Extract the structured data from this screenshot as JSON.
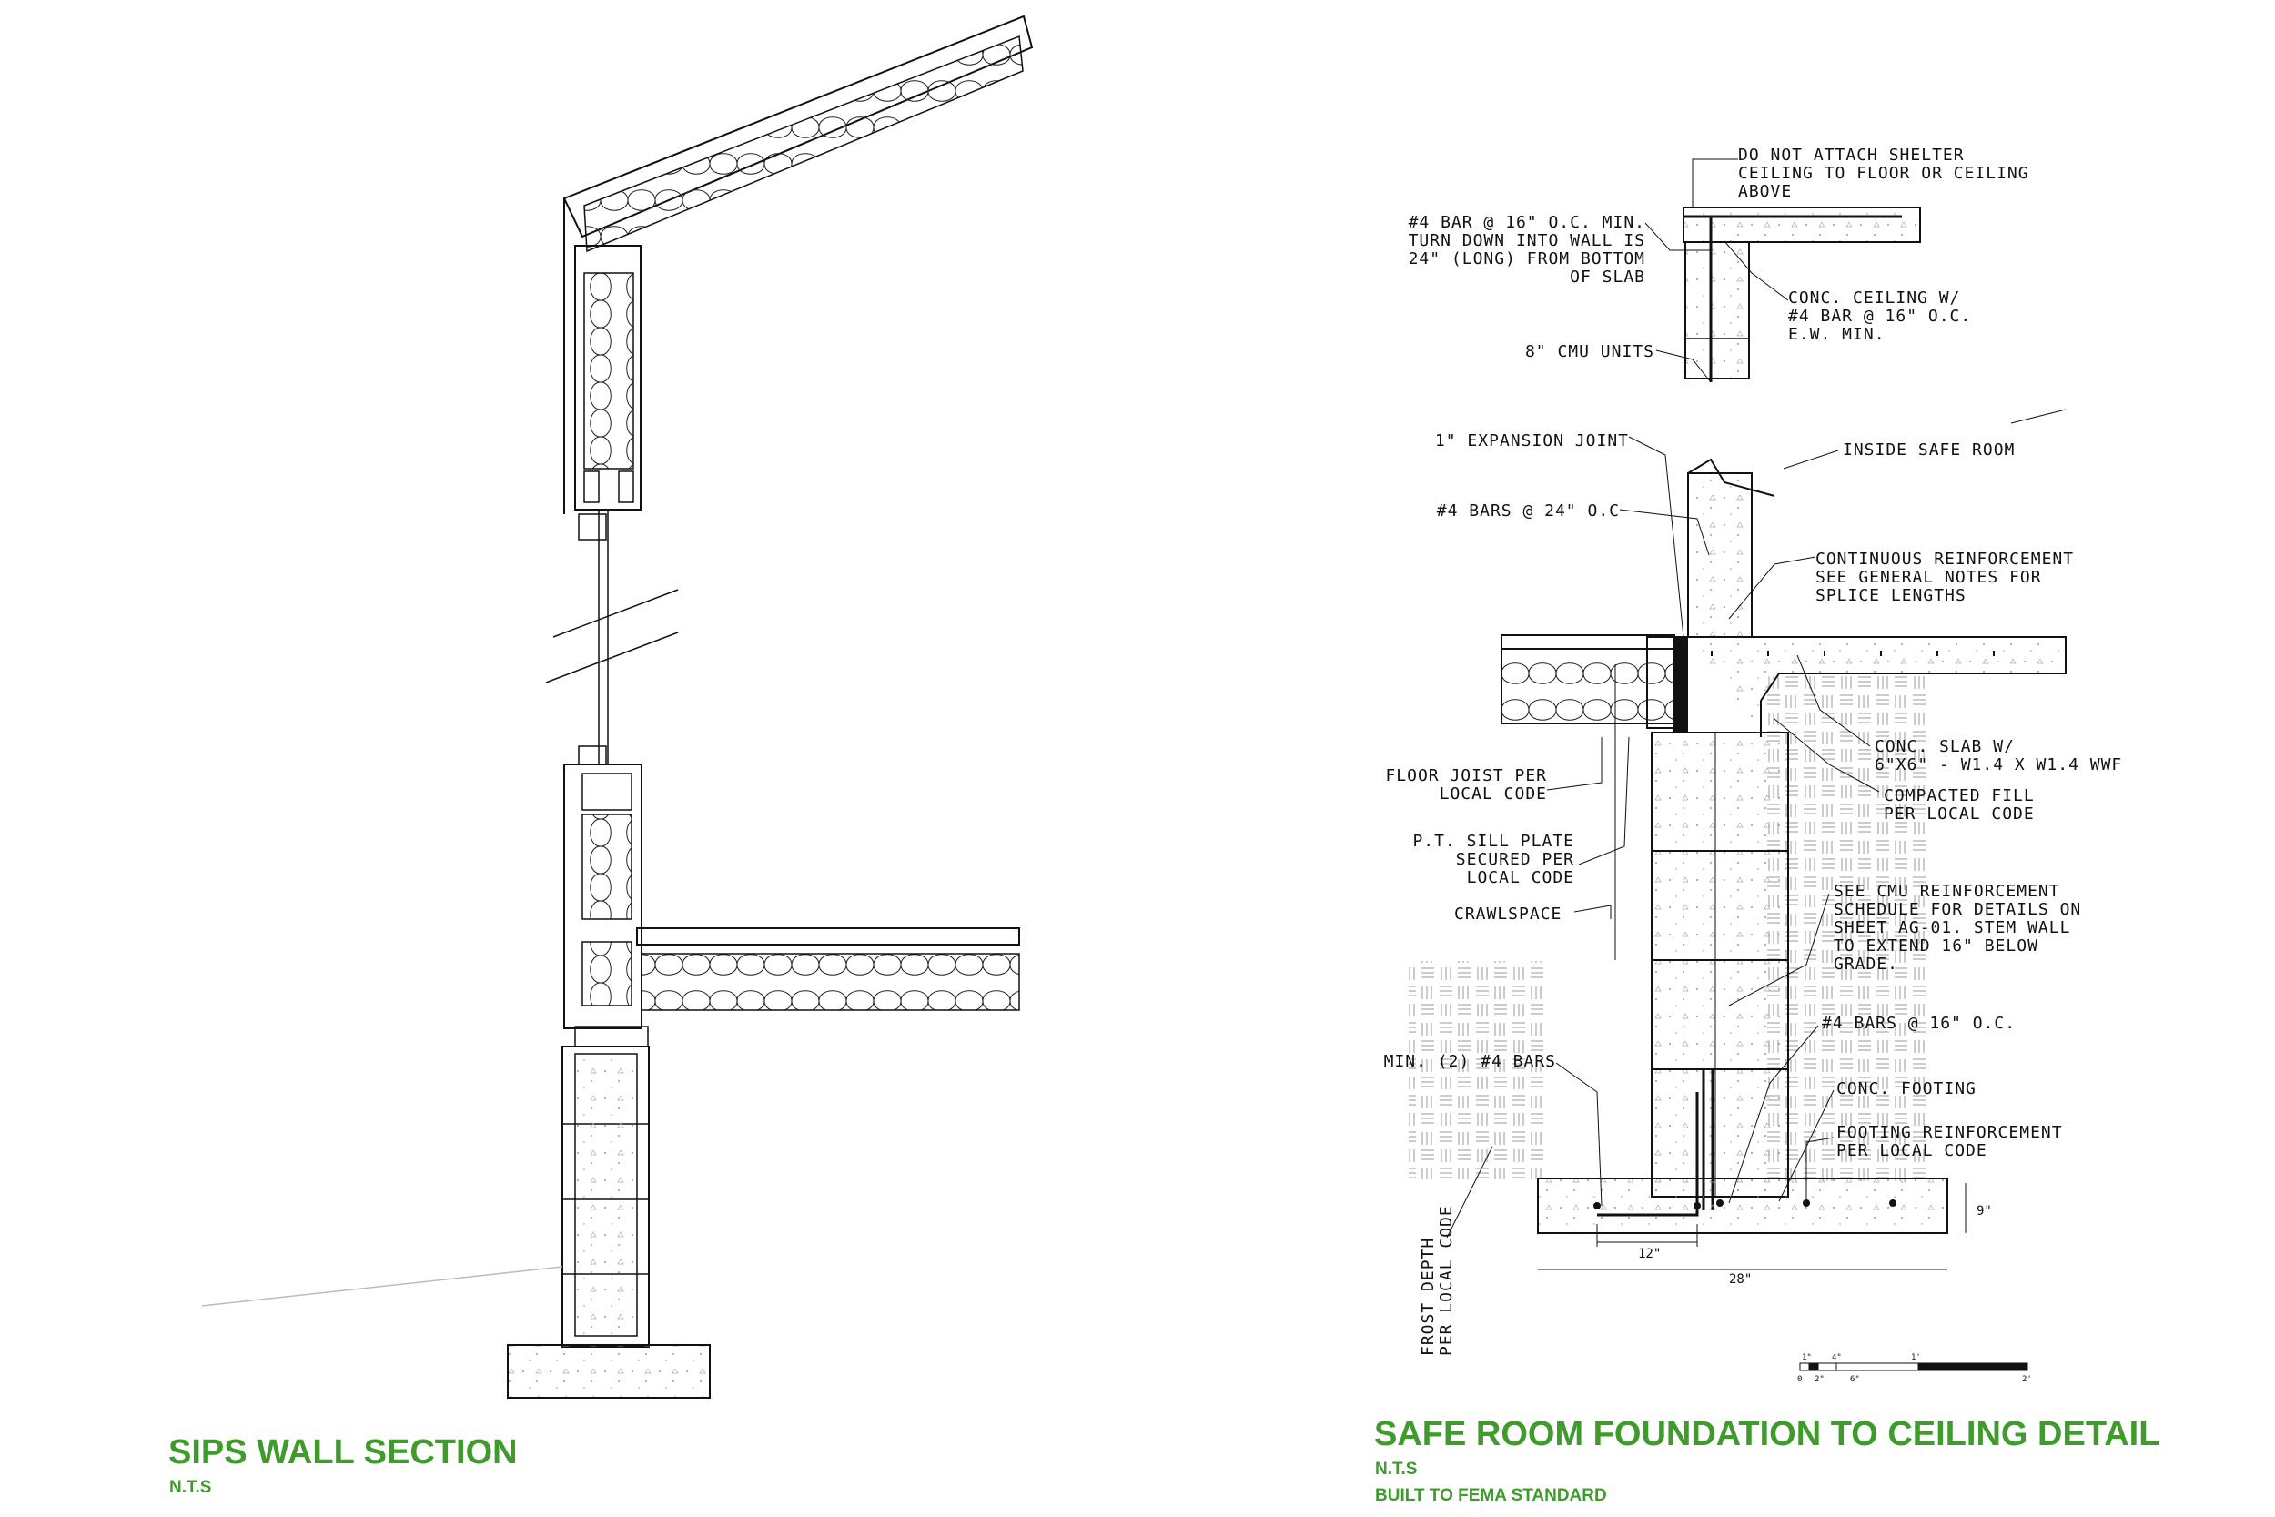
{
  "colors": {
    "title": "#3f9b2c",
    "line": "#111111",
    "hatch": "#8a8a8a"
  },
  "left_drawing": {
    "title": "SIPS WALL SECTION",
    "scale": "N.T.S"
  },
  "right_drawing": {
    "title": "SAFE ROOM FOUNDATION TO CEILING DETAIL",
    "scale": "N.T.S",
    "standard": "BUILT TO FEMA STANDARD",
    "notes": {
      "shelter_ceiling": [
        "DO NOT ATTACH SHELTER",
        "CEILING TO FLOOR OR CEILING",
        "ABOVE"
      ],
      "bar_turn_down": [
        "#4 BAR @ 16\" O.C. MIN.",
        "TURN DOWN INTO WALL IS",
        "24\" (LONG) FROM BOTTOM",
        "OF SLAB"
      ],
      "conc_ceiling": [
        "CONC. CEILING W/",
        "#4 BAR @ 16\" O.C.",
        "E.W. MIN."
      ],
      "cmu_units": "8\" CMU UNITS",
      "expansion_joint": "1\" EXPANSION JOINT",
      "inside_safe_room": "INSIDE SAFE ROOM",
      "bars_24": "#4 BARS @ 24\" O.C",
      "continuous_reinf": [
        "CONTINUOUS REINFORCEMENT",
        "SEE GENERAL NOTES FOR",
        "SPLICE LENGTHS"
      ],
      "conc_slab": [
        "CONC. SLAB W/",
        "6\"X6\" - W1.4 X W1.4 WWF"
      ],
      "compacted_fill": [
        "COMPACTED FILL",
        "PER LOCAL CODE"
      ],
      "floor_joist": [
        "FLOOR JOIST PER",
        "LOCAL CODE"
      ],
      "sill_plate": [
        "P.T. SILL PLATE",
        "SECURED  PER",
        "LOCAL CODE"
      ],
      "crawlspace": "CRAWLSPACE",
      "cmu_schedule": [
        "SEE CMU REINFORCEMENT",
        "SCHEDULE FOR DETAILS ON",
        "SHEET AG-01. STEM WALL",
        "TO EXTEND 16\" BELOW",
        "GRADE."
      ],
      "bars_16": "#4 BARS @ 16\" O.C.",
      "min_bars": "MIN. (2) #4 BARS",
      "conc_footing": "CONC. FOOTING",
      "footing_reinf": [
        "FOOTING REINFORCEMENT",
        "PER LOCAL CODE"
      ],
      "frost_depth": [
        "FROST DEPTH",
        "PER LOCAL CODE"
      ]
    },
    "dimensions": {
      "d12": "12\"",
      "d28": "28\"",
      "d9": "9\""
    },
    "scale_bar": {
      "top": [
        "1\"",
        "4\"",
        "1'"
      ],
      "bottom": [
        "0",
        "2\"",
        "6\"",
        "2'"
      ]
    }
  }
}
